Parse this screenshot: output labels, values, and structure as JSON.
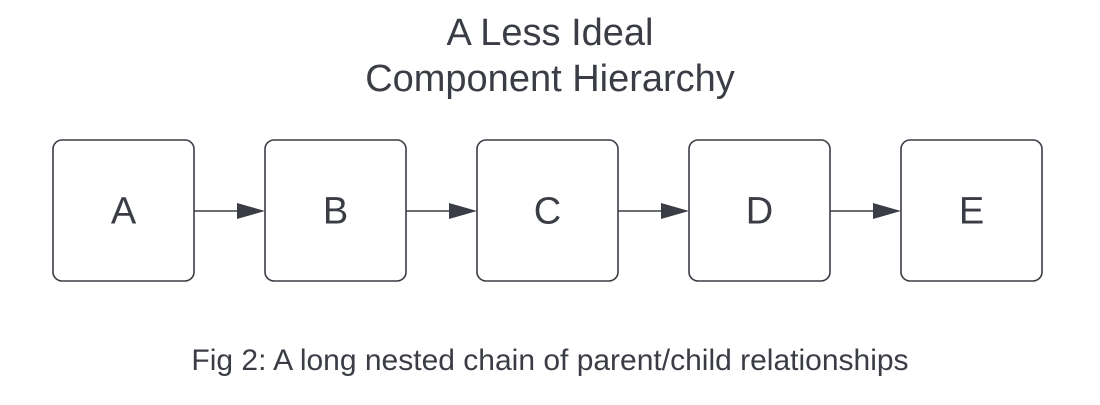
{
  "title": {
    "line1": "A Less Ideal",
    "line2": "Component Hierarchy"
  },
  "nodes": [
    {
      "id": "A",
      "label": "A"
    },
    {
      "id": "B",
      "label": "B"
    },
    {
      "id": "C",
      "label": "C"
    },
    {
      "id": "D",
      "label": "D"
    },
    {
      "id": "E",
      "label": "E"
    }
  ],
  "edges": [
    {
      "from": "A",
      "to": "B"
    },
    {
      "from": "B",
      "to": "C"
    },
    {
      "from": "C",
      "to": "D"
    },
    {
      "from": "D",
      "to": "E"
    }
  ],
  "caption": "Fig 2: A long nested chain of parent/child relationships",
  "colors": {
    "stroke": "#3a3d45",
    "text": "#3a3d45",
    "background": "#ffffff"
  }
}
